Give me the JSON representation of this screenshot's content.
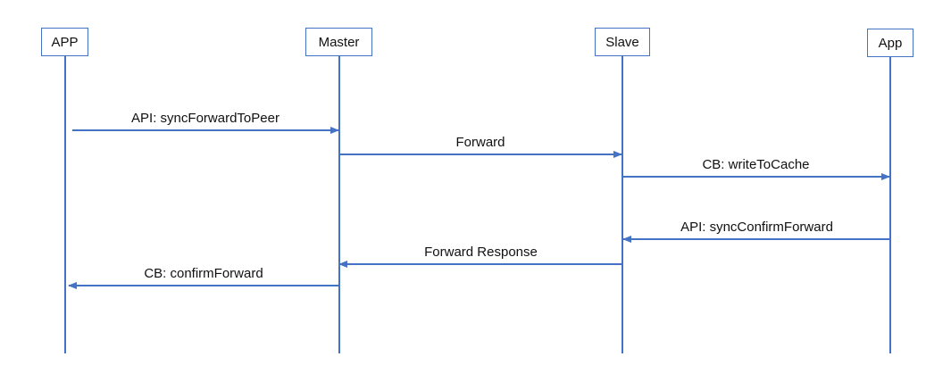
{
  "diagram": {
    "type": "sequence-diagram",
    "background_color": "#ffffff",
    "accent_color": "#4472C4",
    "text_color": "#111111",
    "actors": [
      {
        "label": "APP"
      },
      {
        "label": "Master"
      },
      {
        "label": "Slave"
      },
      {
        "label": "App"
      }
    ],
    "messages": [
      {
        "label": "API: syncForwardToPeer",
        "from": "APP",
        "to": "Master",
        "direction": "right"
      },
      {
        "label": "Forward",
        "from": "Master",
        "to": "Slave",
        "direction": "right"
      },
      {
        "label": "CB: writeToCache",
        "from": "Slave",
        "to": "App",
        "direction": "right"
      },
      {
        "label": "API: syncConfirmForward",
        "from": "App",
        "to": "Slave",
        "direction": "left"
      },
      {
        "label": "Forward Response",
        "from": "Slave",
        "to": "Master",
        "direction": "left"
      },
      {
        "label": "CB: confirmForward",
        "from": "Master",
        "to": "APP",
        "direction": "left"
      }
    ]
  }
}
